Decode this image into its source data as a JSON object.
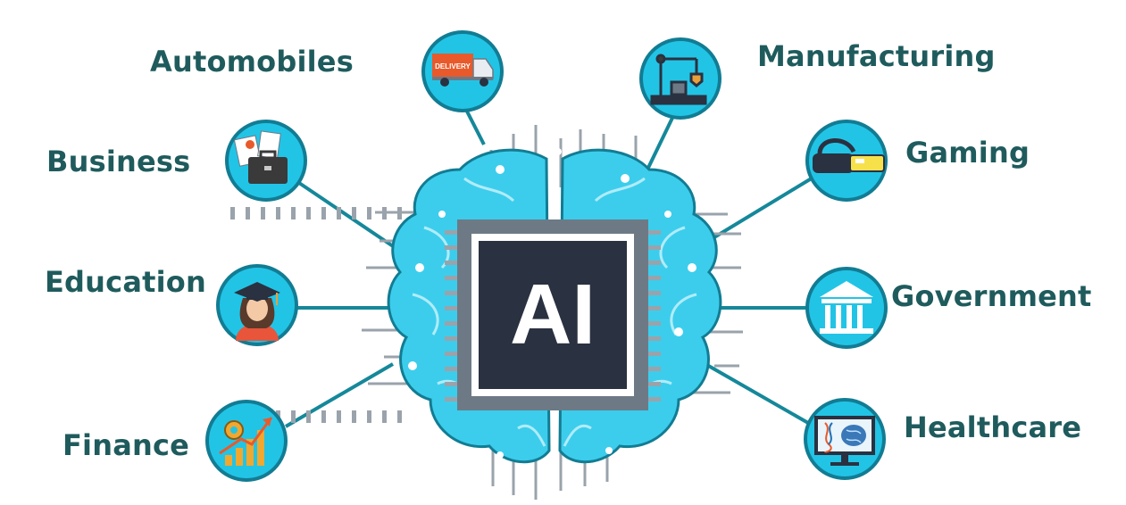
{
  "center": {
    "label": "AI"
  },
  "categories": [
    {
      "id": "automobiles",
      "label": "Automobiles",
      "icon": "delivery-truck-icon",
      "icon_text": "DELIVERY"
    },
    {
      "id": "manufacturing",
      "label": "Manufacturing",
      "icon": "robotic-arm-icon"
    },
    {
      "id": "business",
      "label": "Business",
      "icon": "briefcase-icon"
    },
    {
      "id": "gaming",
      "label": "Gaming",
      "icon": "vr-headset-icon"
    },
    {
      "id": "education",
      "label": "Education",
      "icon": "graduate-icon"
    },
    {
      "id": "government",
      "label": "Government",
      "icon": "government-building-icon"
    },
    {
      "id": "finance",
      "label": "Finance",
      "icon": "growth-chart-icon"
    },
    {
      "id": "healthcare",
      "label": "Healthcare",
      "icon": "medical-monitor-icon"
    }
  ],
  "colors": {
    "label": "#1f5b5d",
    "node_fill": "#22c4e6",
    "node_stroke": "#127c93",
    "brain": "#3ccdec",
    "brain_light": "#bdf0fb",
    "chip_outer": "#6d7a86",
    "chip_inner": "#2a3140",
    "connector": "#15889a",
    "pins": "#9aa3ab"
  }
}
